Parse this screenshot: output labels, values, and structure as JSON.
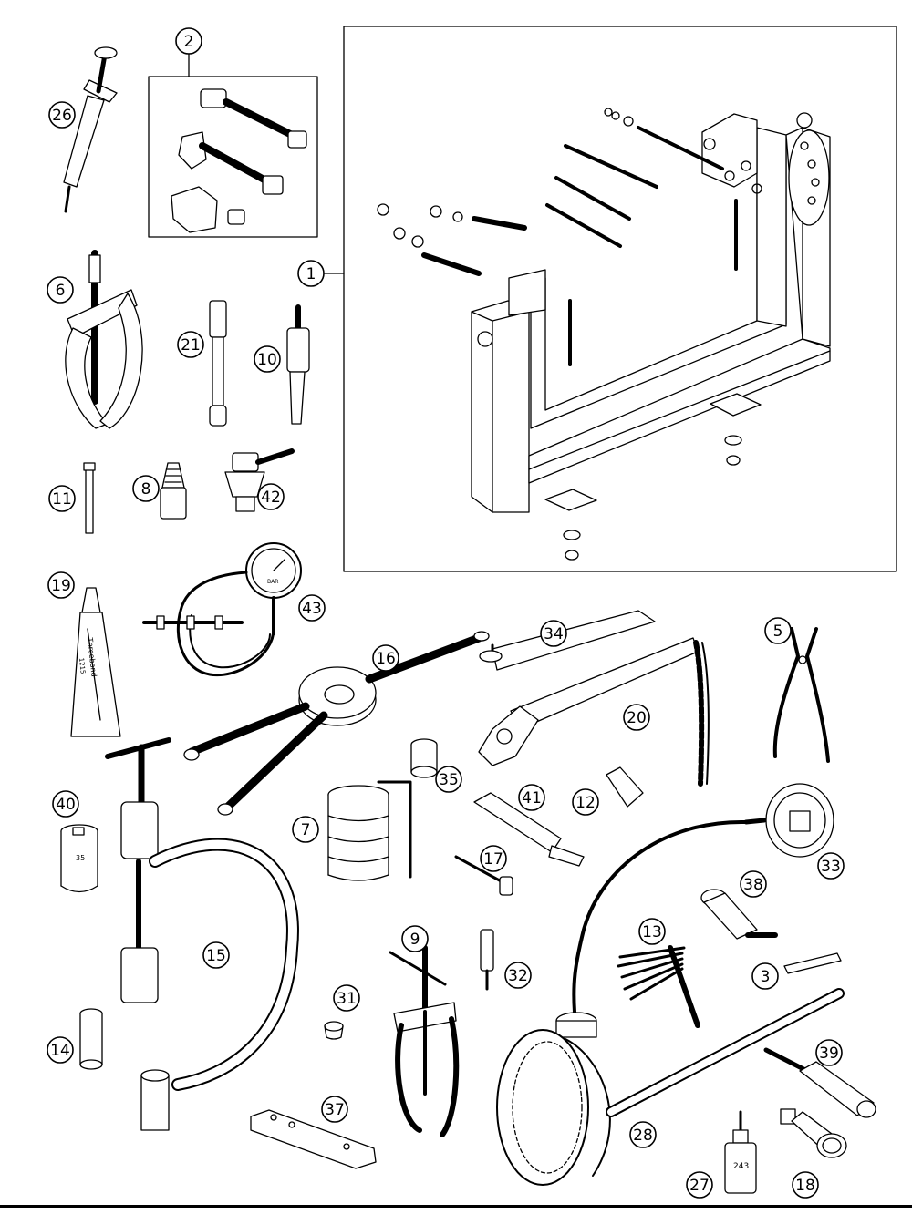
{
  "callouts": [
    {
      "id": "c1",
      "label": "1"
    },
    {
      "id": "c2",
      "label": "2"
    },
    {
      "id": "c3",
      "label": "3"
    },
    {
      "id": "c5",
      "label": "5"
    },
    {
      "id": "c6",
      "label": "6"
    },
    {
      "id": "c7",
      "label": "7"
    },
    {
      "id": "c8",
      "label": "8"
    },
    {
      "id": "c9",
      "label": "9"
    },
    {
      "id": "c10",
      "label": "10"
    },
    {
      "id": "c11",
      "label": "11"
    },
    {
      "id": "c12",
      "label": "12"
    },
    {
      "id": "c13",
      "label": "13"
    },
    {
      "id": "c14",
      "label": "14"
    },
    {
      "id": "c15",
      "label": "15"
    },
    {
      "id": "c16",
      "label": "16"
    },
    {
      "id": "c17",
      "label": "17"
    },
    {
      "id": "c18",
      "label": "18"
    },
    {
      "id": "c19",
      "label": "19"
    },
    {
      "id": "c20",
      "label": "20"
    },
    {
      "id": "c21",
      "label": "21"
    },
    {
      "id": "c26",
      "label": "26"
    },
    {
      "id": "c27",
      "label": "27"
    },
    {
      "id": "c28",
      "label": "28"
    },
    {
      "id": "c31",
      "label": "31"
    },
    {
      "id": "c32",
      "label": "32"
    },
    {
      "id": "c33",
      "label": "33"
    },
    {
      "id": "c34",
      "label": "34"
    },
    {
      "id": "c35",
      "label": "35"
    },
    {
      "id": "c37",
      "label": "37"
    },
    {
      "id": "c38",
      "label": "38"
    },
    {
      "id": "c39",
      "label": "39"
    },
    {
      "id": "c40",
      "label": "40"
    },
    {
      "id": "c41",
      "label": "41"
    },
    {
      "id": "c42",
      "label": "42"
    },
    {
      "id": "c43",
      "label": "43"
    }
  ],
  "labels": {
    "threebond_tube": "Threebond",
    "tube_code": "1215",
    "socket_size": "35",
    "gauge_unit": "BAR",
    "bottle_code": "243"
  },
  "colors": {
    "ink": "#000000",
    "fill": "#ffffff",
    "shade": "#d9d9d9"
  }
}
